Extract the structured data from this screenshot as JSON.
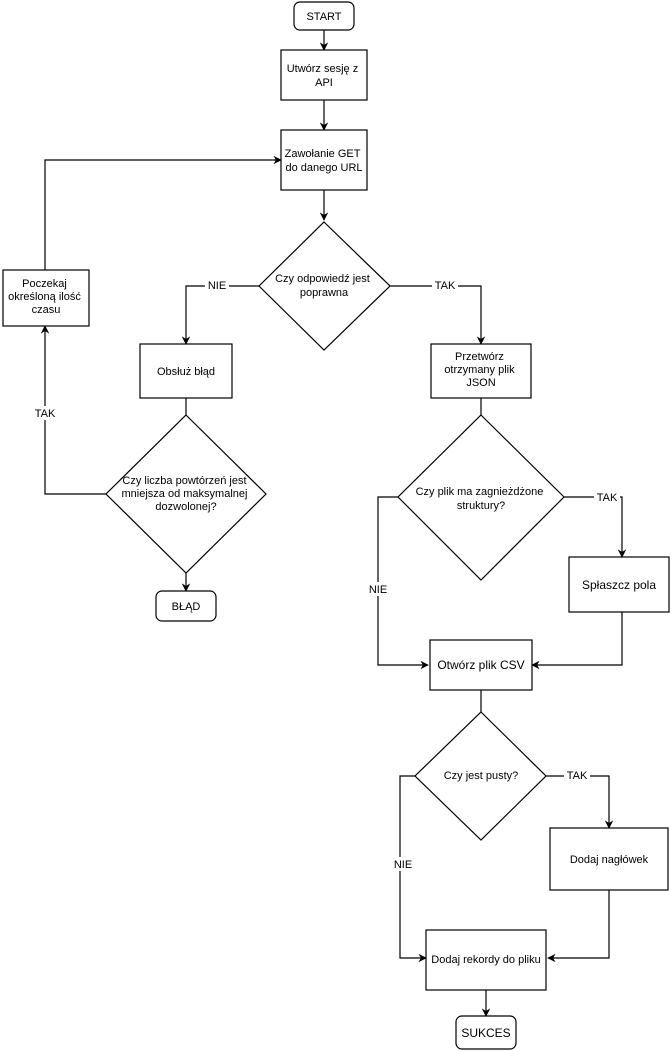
{
  "nodes": {
    "start": {
      "text": "START"
    },
    "create_session": {
      "lines": [
        "Utwórz sesję z",
        "API"
      ]
    },
    "get_call": {
      "lines": [
        "Zawołanie GET",
        "do danego URL"
      ]
    },
    "response_ok": {
      "lines": [
        "Czy odpowiedź jest",
        "poprawna"
      ]
    },
    "wait": {
      "lines": [
        "Poczekaj",
        "określoną ilość",
        "czasu"
      ]
    },
    "handle_error": {
      "text": "Obsłuż błąd"
    },
    "retry_check": {
      "lines": [
        "Czy liczba powtórzeń jest",
        "mniejsza od maksymalnej",
        "dozwolonej?"
      ]
    },
    "error": {
      "text": "BŁĄD"
    },
    "process_json": {
      "lines": [
        "Przetwórz",
        "otrzymany plik",
        "JSON"
      ]
    },
    "nested_check": {
      "lines": [
        "Czy plik ma zagnieżdżone",
        "struktury?"
      ]
    },
    "flatten": {
      "text": "Spłaszcz pola"
    },
    "open_csv": {
      "text": "Otwórz plik CSV"
    },
    "empty_check": {
      "text": "Czy jest pusty?"
    },
    "add_header": {
      "text": "Dodaj nagłówek"
    },
    "add_records": {
      "text": "Dodaj rekordy do pliku"
    },
    "success": {
      "text": "SUKCES"
    }
  },
  "edge_labels": {
    "response_no": "NIE",
    "response_yes": "TAK",
    "retry_yes": "TAK",
    "nested_yes": "TAK",
    "nested_no": "NIE",
    "empty_yes": "TAK",
    "empty_no": "NIE"
  },
  "colors": {
    "stroke": "#000000",
    "fill": "#ffffff",
    "text": "#000000"
  }
}
